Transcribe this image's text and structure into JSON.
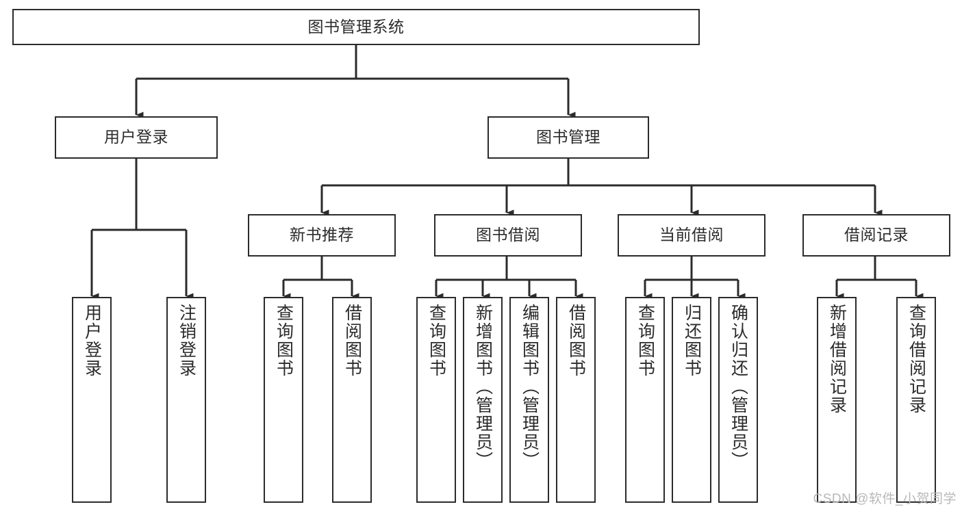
{
  "diagram": {
    "type": "tree-hierarchy-chart",
    "title": "图书管理系统",
    "line_color": "#2b2b2b",
    "box_fill": "#ffffff",
    "text_color": "#2b2b2b",
    "watermark": "CSDN @软件_小贺同学",
    "nodes": {
      "root": {
        "label": "图书管理系统"
      },
      "level2": [
        {
          "label": "用户登录"
        },
        {
          "label": "图书管理"
        }
      ],
      "level3": [
        {
          "label": "新书推荐"
        },
        {
          "label": "图书借阅"
        },
        {
          "label": "当前借阅"
        },
        {
          "label": "借阅记录"
        }
      ],
      "leaves_user_login": [
        {
          "label": "用户登录"
        },
        {
          "label": "注销登录"
        }
      ],
      "leaves_new_books": [
        {
          "label": "查询图书"
        },
        {
          "label": "借阅图书"
        }
      ],
      "leaves_borrow": [
        {
          "label": "查询图书"
        },
        {
          "label": "新增图书（管理员）"
        },
        {
          "label": "编辑图书（管理员）"
        },
        {
          "label": "借阅图书"
        }
      ],
      "leaves_current": [
        {
          "label": "查询图书"
        },
        {
          "label": "归还图书"
        },
        {
          "label": "确认归还（管理员）"
        }
      ],
      "leaves_records": [
        {
          "label": "新增借阅记录"
        },
        {
          "label": "查询借阅记录"
        }
      ]
    }
  }
}
